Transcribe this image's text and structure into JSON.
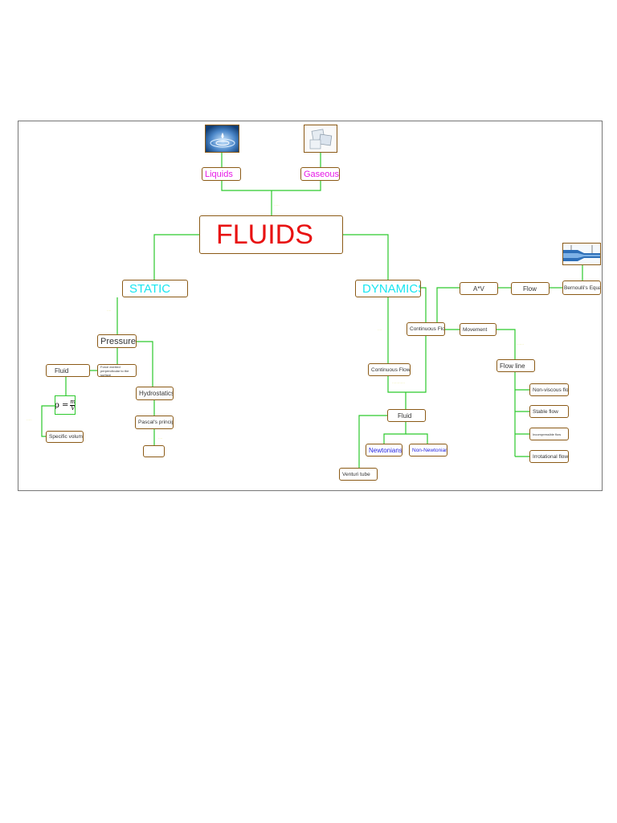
{
  "diagram": {
    "title": "FLUIDS",
    "images": {
      "liquids_image": "water-drop-image",
      "gaseous_image": "ice-cubes-image",
      "bernoulli_image": "bernoulli-tube-image"
    },
    "nodes": {
      "liquids": "Liquids",
      "gaseous": "Gaseous",
      "fluids": "FLUIDS",
      "static": "STATIC",
      "dynamics": "DYNAMICS",
      "pressure": "Pressure",
      "fluid_left": "Fluid",
      "pressure_def": "Force exerted perpendicular to the surface",
      "formula": "ρ =",
      "formula_num": "m",
      "formula_den": "V",
      "specific_volume": "Specific volume",
      "hydrostatics": "Hydrostatics",
      "pascal": "Pascal's principle",
      "empty_box": "",
      "a_v": "A*V",
      "flow": "Flow",
      "bernoulli": "Bernoulli's Equation",
      "continuous_flow_top": "Continuous Flow",
      "movement": "Movement",
      "continuous_flow_left": "Continuous Flow",
      "flow_line": "Flow line",
      "non_viscous": "Non-viscous flow",
      "stable": "Stable flow",
      "incompressible": "Incompressible flow",
      "irrotational": "Irrotational flow",
      "fluid_right": "Fluid",
      "newtonians": "Newtonians",
      "non_newtonian": "Non-Newtonian",
      "venturi": "Venturi tube"
    },
    "colors": {
      "connector": "#2cc92c",
      "node_border": "#8b5a16",
      "title": "#e81212",
      "magenta": "#e619e6",
      "cyan": "#19e6f0",
      "blue": "#1f1fe0"
    }
  }
}
